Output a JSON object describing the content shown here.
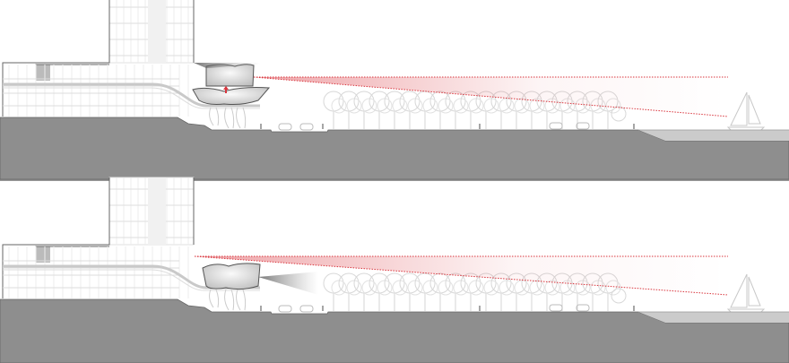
{
  "diagram": {
    "type": "architectural-section",
    "panels": [
      {
        "id": "section-upper",
        "sculpture_position": "raised-on-platform",
        "sightline_color": "#d9363e"
      },
      {
        "id": "section-lower",
        "sculpture_position": "lowered-beside-tower",
        "sightline_color": "#d9363e"
      }
    ],
    "colors": {
      "ground": "#8e8e8e",
      "water": "#cbcbcb",
      "building_lines": "#cfcfcf",
      "outline": "#555555",
      "sightline": "#d9363e",
      "background": "#ffffff"
    }
  }
}
